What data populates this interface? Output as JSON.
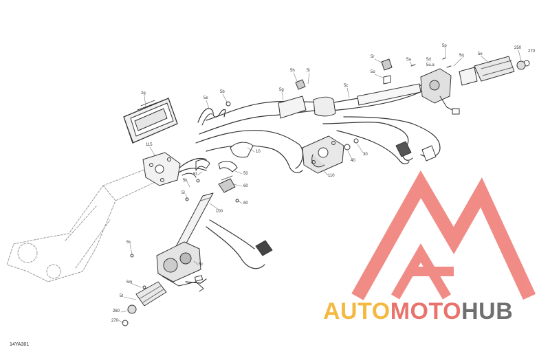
{
  "diagram_code": "14YA301",
  "callouts": [
    {
      "id": "2g",
      "text": "2g"
    },
    {
      "id": "5e",
      "text": "5e"
    },
    {
      "id": "5b",
      "text": "5b"
    },
    {
      "id": "5h",
      "text": "5h"
    },
    {
      "id": "5i",
      "text": "5i"
    },
    {
      "id": "5g",
      "text": "5g"
    },
    {
      "id": "5c",
      "text": "5c"
    },
    {
      "id": "5r",
      "text": "5r"
    },
    {
      "id": "5a",
      "text": "5a"
    },
    {
      "id": "5p",
      "text": "5p"
    },
    {
      "id": "5d",
      "text": "5d"
    },
    {
      "id": "5q",
      "text": "5q"
    },
    {
      "id": "5o",
      "text": "5o"
    },
    {
      "id": "5u_a",
      "text": "5u.a"
    },
    {
      "id": "5e_grip",
      "text": "5e"
    },
    {
      "id": "250",
      "text": "250"
    },
    {
      "id": "270_r",
      "text": "270"
    },
    {
      "id": "115",
      "text": "115"
    },
    {
      "id": "10",
      "text": "10"
    },
    {
      "id": "50",
      "text": "50"
    },
    {
      "id": "60",
      "text": "60"
    },
    {
      "id": "80",
      "text": "80"
    },
    {
      "id": "5f",
      "text": "5f"
    },
    {
      "id": "5k",
      "text": "5k"
    },
    {
      "id": "5l",
      "text": "5l"
    },
    {
      "id": "100",
      "text": "100"
    },
    {
      "id": "110",
      "text": "110"
    },
    {
      "id": "40",
      "text": "40"
    },
    {
      "id": "30",
      "text": "30"
    },
    {
      "id": "5s",
      "text": "5s"
    },
    {
      "id": "5c_l",
      "text": "5c"
    },
    {
      "id": "5m",
      "text": "5m"
    },
    {
      "id": "5t",
      "text": "5t"
    },
    {
      "id": "260",
      "text": "260"
    },
    {
      "id": "270_l",
      "text": "270"
    }
  ],
  "watermark": {
    "parts": [
      {
        "text": "AUTO",
        "color": "#f4b942"
      },
      {
        "text": "MOTO",
        "color": "#e8736c"
      },
      {
        "text": "HUB",
        "color": "#6f6f6f"
      }
    ],
    "logo_color": "#f07f7a"
  }
}
